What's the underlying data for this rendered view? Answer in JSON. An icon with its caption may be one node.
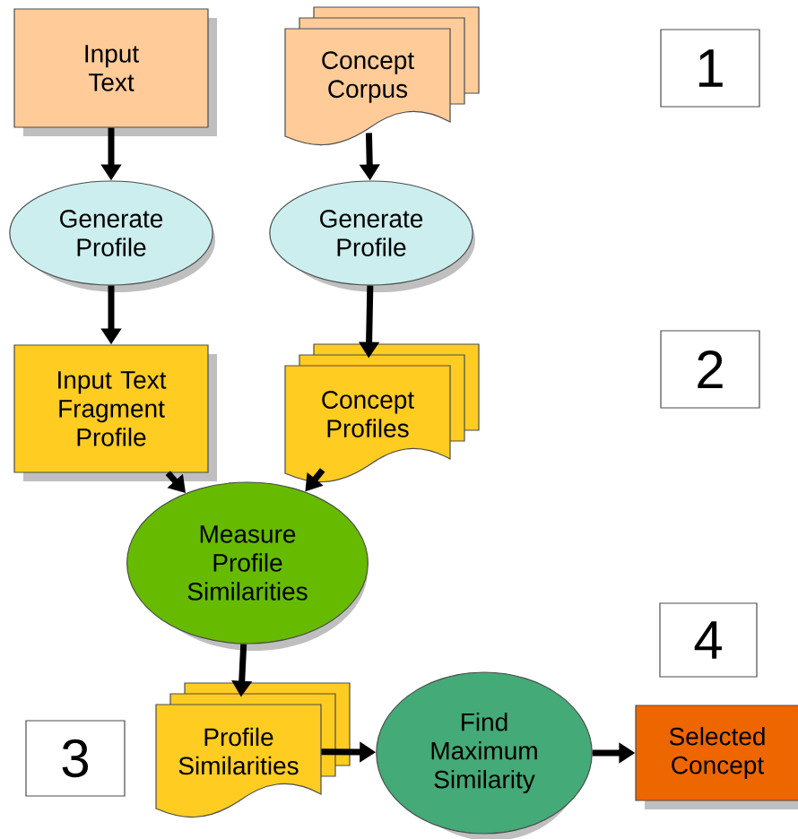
{
  "diagram": {
    "nodes": [
      {
        "text": [
          "Input Text"
        ]
      },
      {
        "text": [
          "Concept Corpus"
        ]
      },
      {
        "text": [
          "1"
        ]
      },
      {
        "text": [
          "Generate Profile"
        ]
      },
      {
        "text": [
          "Generate Profile"
        ]
      },
      {
        "text": [
          "Input Text Fragment Profile"
        ]
      },
      {
        "text": [
          "Concept Profiles"
        ]
      },
      {
        "text": [
          "2"
        ]
      },
      {
        "text": [
          "Measure Profile Similarities"
        ]
      },
      {
        "text": [
          "4"
        ]
      },
      {
        "text": [
          "3"
        ]
      },
      {
        "text": [
          "Profile Similarities"
        ]
      },
      {
        "text": [
          "Find Maximum Similarity"
        ]
      },
      {
        "text": [
          "Selected Concept"
        ]
      }
    ],
    "edges": [
      {
        "from": 0,
        "to": 3,
        "arrow": "to"
      },
      {
        "from": 1,
        "to": 4,
        "arrow": "to"
      },
      {
        "from": 3,
        "to": 5,
        "arrow": "to"
      },
      {
        "from": 4,
        "to": 6,
        "arrow": "to"
      },
      {
        "from": 5,
        "to": 8,
        "arrow": "to"
      },
      {
        "from": 6,
        "to": 8,
        "arrow": "to"
      },
      {
        "from": 8,
        "to": 11,
        "arrow": "to"
      },
      {
        "from": 11,
        "to": 12,
        "arrow": "to"
      },
      {
        "from": 12,
        "to": 13,
        "arrow": "to"
      }
    ]
  }
}
